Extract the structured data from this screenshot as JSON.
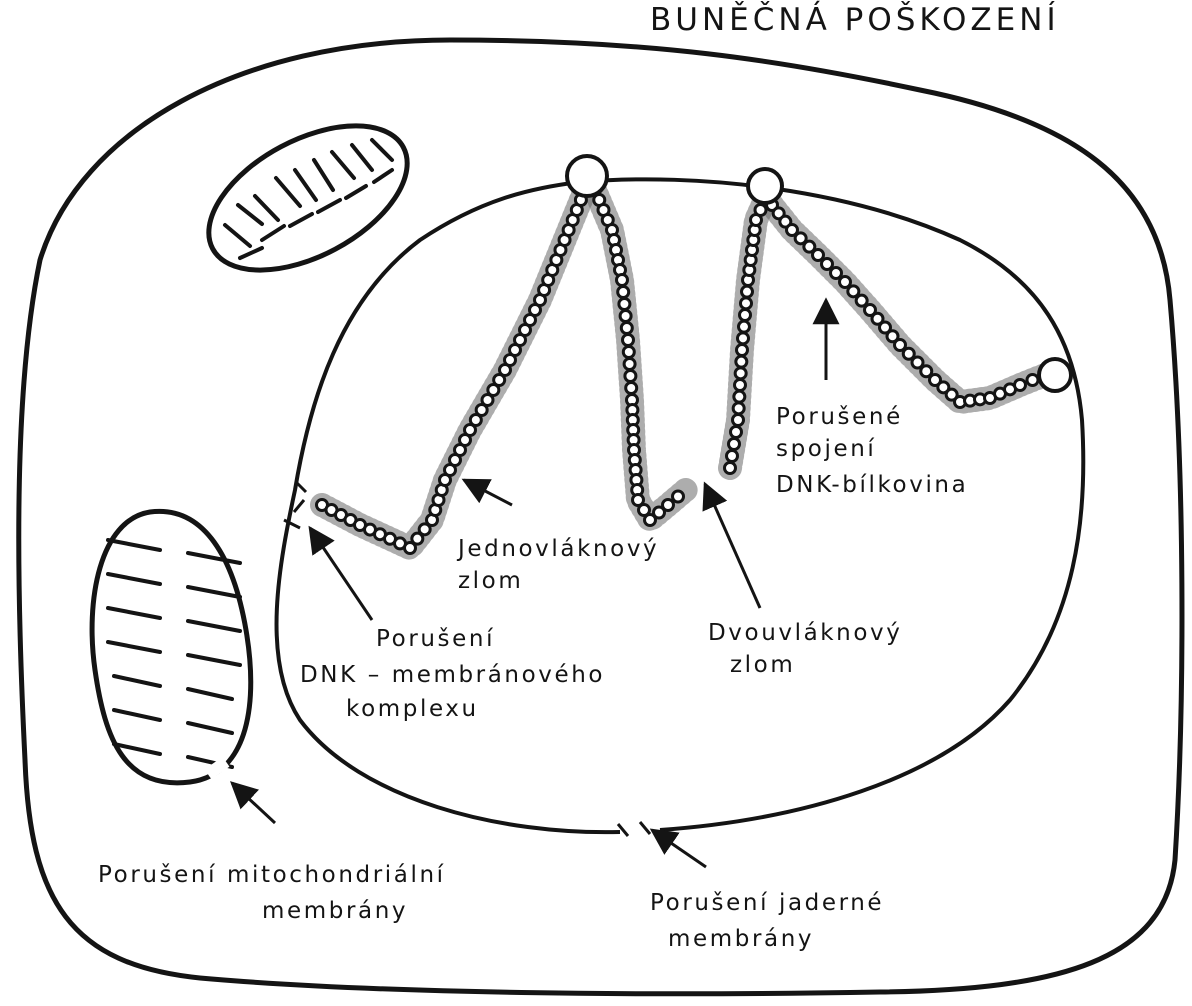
{
  "title": "BUNĚČNÁ POŠKOZENÍ",
  "labels": {
    "single_strand_break": [
      "Jednovláknový",
      "zlom"
    ],
    "double_strand_break": [
      "Dvouvláknový",
      "zlom"
    ],
    "dna_protein_link": [
      "Porušené",
      "spojení",
      "DNK-bílkovina"
    ],
    "dna_membrane_complex": [
      "Porušení",
      "DNK – membránového",
      "komplexu"
    ],
    "mitochondrial_membrane": [
      "Porušení mitochondriální",
      "membrány"
    ],
    "nuclear_membrane": [
      "Porušení jaderné",
      "membrány"
    ]
  },
  "colors": {
    "ink": "#141414",
    "background": "#ffffff"
  }
}
